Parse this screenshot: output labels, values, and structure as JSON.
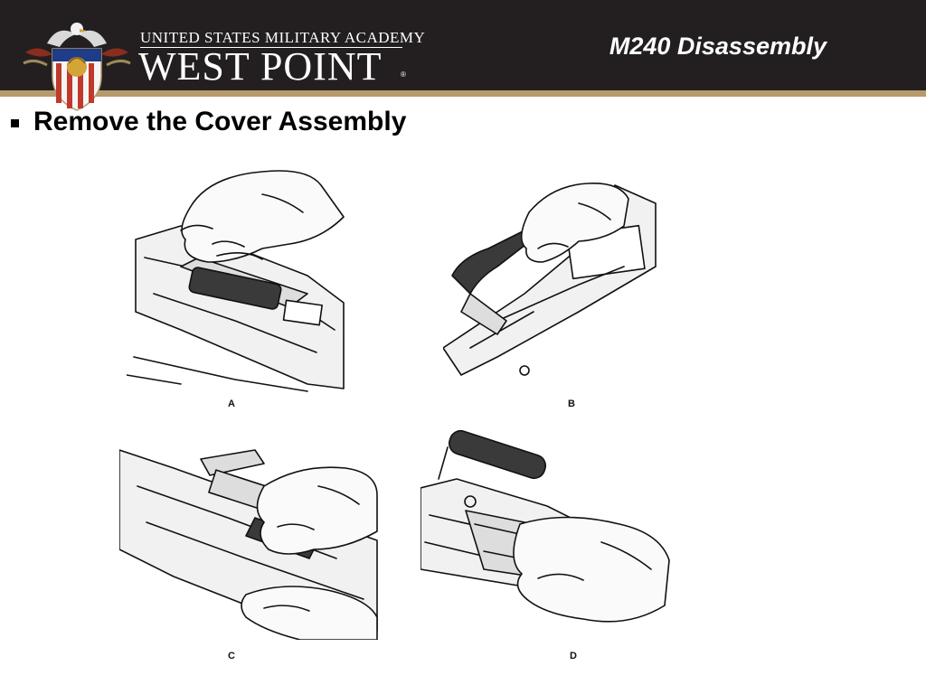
{
  "header": {
    "academy_line": "UNITED STATES MILITARY ACADEMY",
    "wordmark": "WEST POINT",
    "registered_mark": "®",
    "slide_title": "M240 Disassembly"
  },
  "content": {
    "bullet": "Remove the Cover Assembly"
  },
  "figures": [
    {
      "label": "A",
      "depicts": "hand lifting cover assembly"
    },
    {
      "label": "B",
      "depicts": "hand on charging handle"
    },
    {
      "label": "C",
      "depicts": "hands holding cover open"
    },
    {
      "label": "D",
      "depicts": "hand removing cover assembly"
    }
  ],
  "colors": {
    "header_bg": "#231f20",
    "stripe": "#b59a6d",
    "title_text": "#ffffff",
    "body_text": "#000000"
  }
}
